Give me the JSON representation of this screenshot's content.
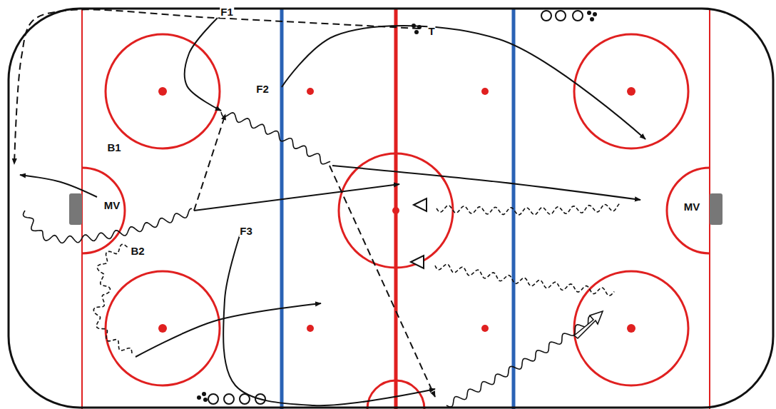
{
  "diagram": {
    "labels": [
      "F1",
      "T",
      "F2",
      "B1",
      "MV",
      "MV",
      "F3",
      "B2"
    ]
  }
}
